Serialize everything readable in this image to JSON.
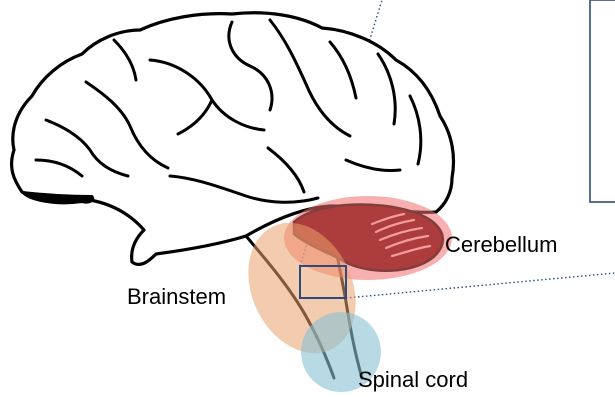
{
  "labels": {
    "cerebellum": "Cerebellum",
    "brainstem": "Brainstem",
    "spinal_cord": "Spinal cord"
  },
  "colors": {
    "cerebellum_fill": "#5a0000",
    "cerebellum_highlight": "#f26d6d",
    "brainstem_highlight": "#eaa06c",
    "spinal_cord_highlight": "#88c2d2",
    "callout_box": "#2e4a7a",
    "outline": "#000000"
  },
  "icons": {
    "brain": "brain-illustration",
    "zoom_box": "zoom-region-square"
  }
}
